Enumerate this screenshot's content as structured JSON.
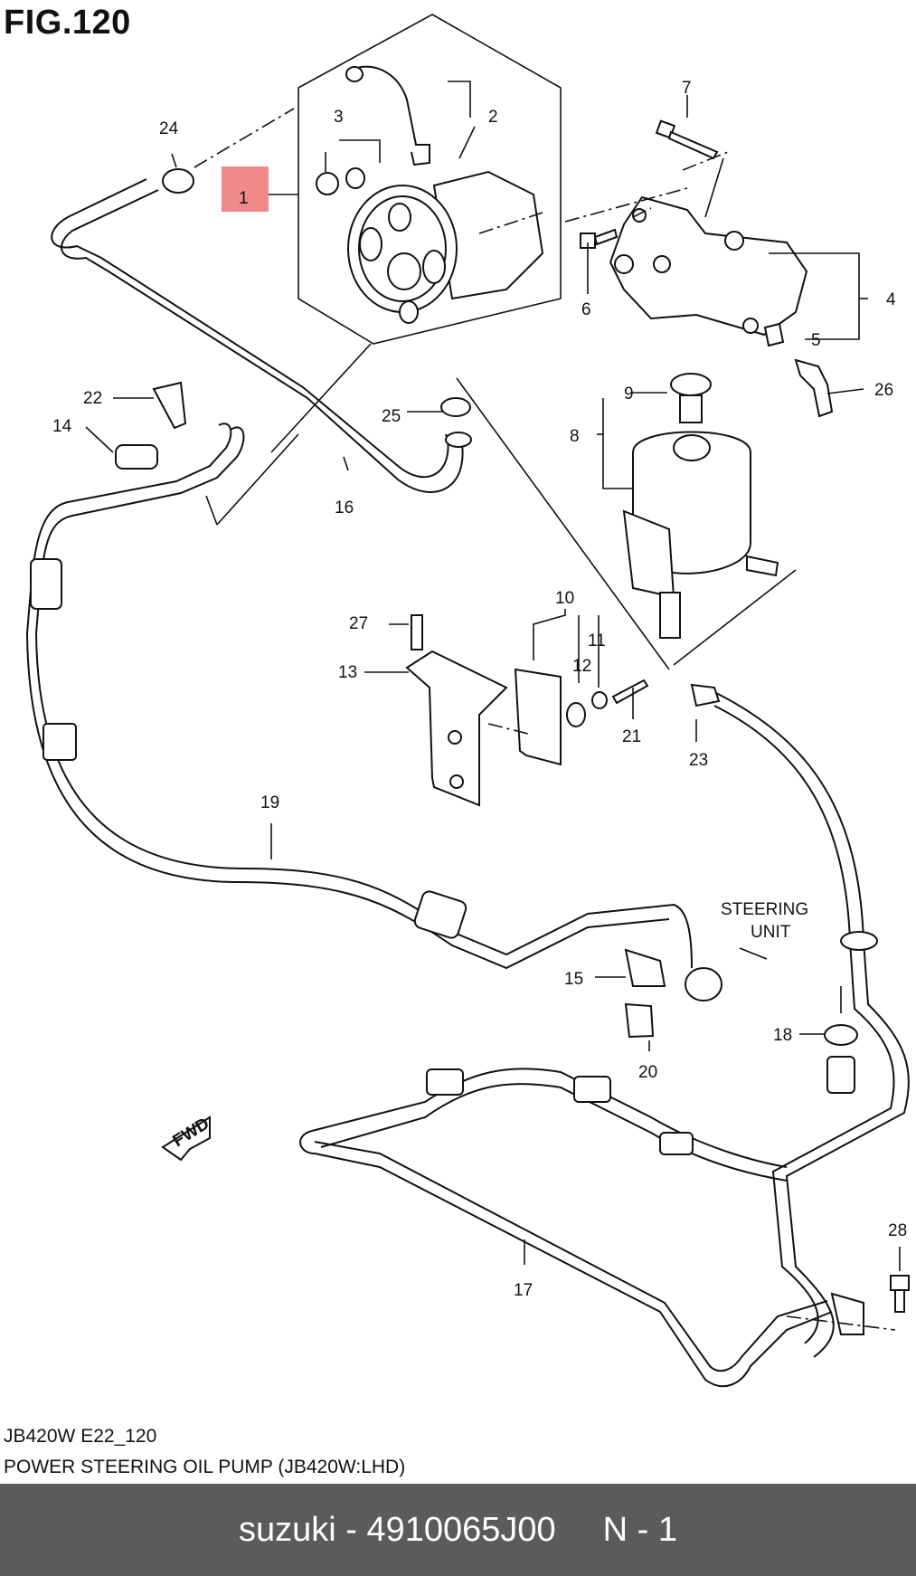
{
  "figure": {
    "title": "FIG.120"
  },
  "callouts": {
    "c1": "1",
    "c2": "2",
    "c3": "3",
    "c4": "4",
    "c5": "5",
    "c6": "6",
    "c7": "7",
    "c8": "8",
    "c9": "9",
    "c10": "10",
    "c11": "11",
    "c12": "12",
    "c13": "13",
    "c14": "14",
    "c15": "15",
    "c16": "16",
    "c17": "17",
    "c18": "18",
    "c19": "19",
    "c20": "20",
    "c21": "21",
    "c22": "22",
    "c23": "23",
    "c24": "24",
    "c25": "25",
    "c26": "26",
    "c27": "27",
    "c28": "28"
  },
  "annotations": {
    "steering_line1": "STEERING",
    "steering_line2": "UNIT",
    "fwd": "FWD"
  },
  "highlight_color": "#f08a8a",
  "caption": {
    "code": "JB420W E22_120",
    "description": "POWER STEERING OIL PUMP (JB420W:LHD)"
  },
  "footer": {
    "part_label": "suzuki - 4910065J00",
    "page_label": "N - 1"
  }
}
